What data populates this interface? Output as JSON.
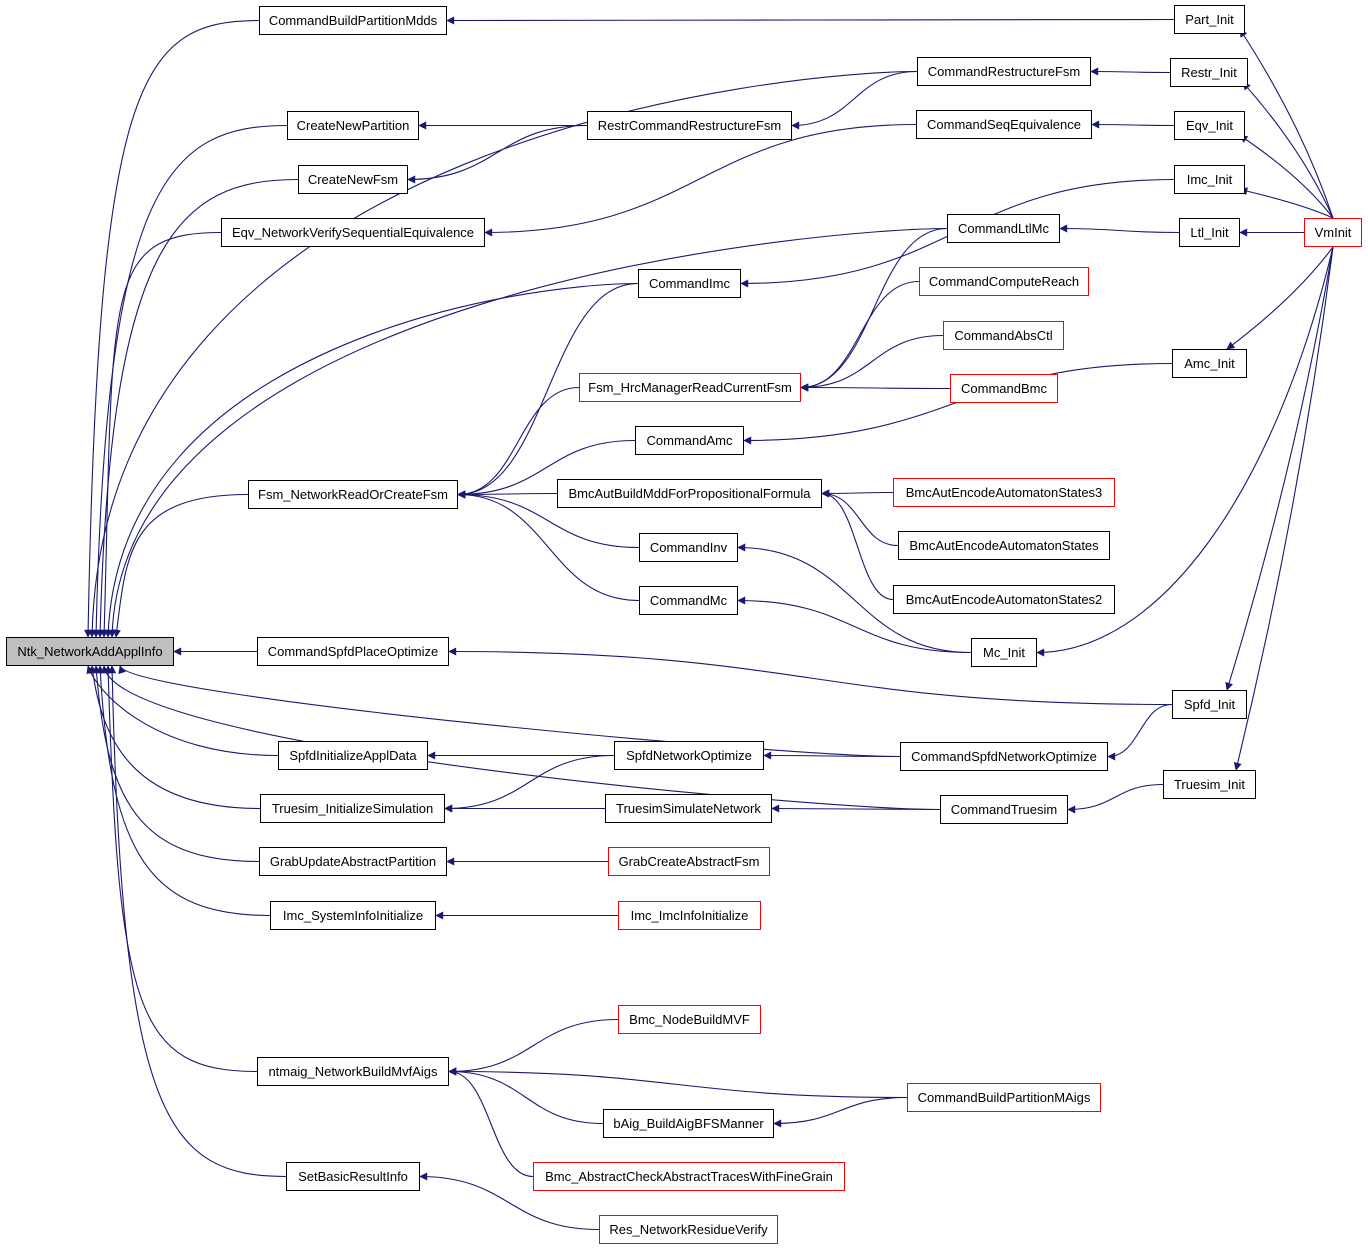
{
  "graph": {
    "edge_color": "#191970",
    "normal_border": "#000000",
    "truncated_border": "#ff0000",
    "root_fill": "#bfbfbf",
    "nodes": [
      {
        "label": "Ntk_NetworkAddApplInfo",
        "truncated": false,
        "root": true
      },
      {
        "label": "CommandBuildPartitionMdds",
        "truncated": false
      },
      {
        "label": "CommandRestructureFsm",
        "truncated": false
      },
      {
        "label": "CreateNewPartition",
        "truncated": false
      },
      {
        "label": "RestrCommandRestructureFsm",
        "truncated": false
      },
      {
        "label": "CreateNewFsm",
        "truncated": false
      },
      {
        "label": "Eqv_NetworkVerifySequentialEquivalence",
        "truncated": false
      },
      {
        "label": "CommandSeqEquivalence",
        "truncated": false
      },
      {
        "label": "CommandImc",
        "truncated": false
      },
      {
        "label": "CommandLtlMc",
        "truncated": false
      },
      {
        "label": "CommandComputeReach",
        "truncated": true
      },
      {
        "label": "CommandAbsCtl",
        "truncated": true
      },
      {
        "label": "Fsm_HrcManagerReadCurrentFsm",
        "truncated": true
      },
      {
        "label": "CommandBmc",
        "truncated": true
      },
      {
        "label": "CommandAmc",
        "truncated": false
      },
      {
        "label": "Fsm_NetworkReadOrCreateFsm",
        "truncated": false
      },
      {
        "label": "BmcAutBuildMddForPropositionalFormula",
        "truncated": false
      },
      {
        "label": "BmcAutEncodeAutomatonStates3",
        "truncated": true
      },
      {
        "label": "BmcAutEncodeAutomatonStates",
        "truncated": false
      },
      {
        "label": "CommandInv",
        "truncated": false
      },
      {
        "label": "CommandMc",
        "truncated": false
      },
      {
        "label": "BmcAutEncodeAutomatonStates2",
        "truncated": false
      },
      {
        "label": "Mc_Init",
        "truncated": false
      },
      {
        "label": "CommandSpfdPlaceOptimize",
        "truncated": false
      },
      {
        "label": "SpfdInitializeApplData",
        "truncated": false
      },
      {
        "label": "SpfdNetworkOptimize",
        "truncated": false
      },
      {
        "label": "CommandSpfdNetworkOptimize",
        "truncated": false
      },
      {
        "label": "Truesim_InitializeSimulation",
        "truncated": false
      },
      {
        "label": "TruesimSimulateNetwork",
        "truncated": false
      },
      {
        "label": "CommandTruesim",
        "truncated": false
      },
      {
        "label": "GrabUpdateAbstractPartition",
        "truncated": false
      },
      {
        "label": "GrabCreateAbstractFsm",
        "truncated": true
      },
      {
        "label": "Imc_SystemInfoInitialize",
        "truncated": false
      },
      {
        "label": "Imc_ImcInfoInitialize",
        "truncated": true
      },
      {
        "label": "Bmc_NodeBuildMVF",
        "truncated": true
      },
      {
        "label": "ntmaig_NetworkBuildMvfAigs",
        "truncated": false
      },
      {
        "label": "CommandBuildPartitionMAigs",
        "truncated": true
      },
      {
        "label": "bAig_BuildAigBFSManner",
        "truncated": false
      },
      {
        "label": "Bmc_AbstractCheckAbstractTracesWithFineGrain",
        "truncated": true
      },
      {
        "label": "SetBasicResultInfo",
        "truncated": false
      },
      {
        "label": "Res_NetworkResidueVerify",
        "truncated": true
      },
      {
        "label": "Part_Init",
        "truncated": false
      },
      {
        "label": "Restr_Init",
        "truncated": false
      },
      {
        "label": "Eqv_Init",
        "truncated": false
      },
      {
        "label": "Imc_Init",
        "truncated": false
      },
      {
        "label": "Ltl_Init",
        "truncated": false
      },
      {
        "label": "Amc_Init",
        "truncated": false
      },
      {
        "label": "Spfd_Init",
        "truncated": false
      },
      {
        "label": "Truesim_Init",
        "truncated": false
      },
      {
        "label": "VmInit",
        "truncated": true
      }
    ],
    "edges": [
      [
        1,
        0
      ],
      [
        2,
        0
      ],
      [
        3,
        0
      ],
      [
        5,
        0
      ],
      [
        6,
        0
      ],
      [
        8,
        0
      ],
      [
        9,
        0
      ],
      [
        15,
        0
      ],
      [
        23,
        0
      ],
      [
        26,
        0
      ],
      [
        24,
        0
      ],
      [
        27,
        0
      ],
      [
        30,
        0
      ],
      [
        32,
        0
      ],
      [
        29,
        0
      ],
      [
        35,
        0
      ],
      [
        39,
        0
      ],
      [
        41,
        1
      ],
      [
        42,
        2
      ],
      [
        2,
        4
      ],
      [
        4,
        3
      ],
      [
        4,
        5
      ],
      [
        7,
        6
      ],
      [
        43,
        7
      ],
      [
        44,
        8
      ],
      [
        8,
        15
      ],
      [
        45,
        9
      ],
      [
        9,
        12
      ],
      [
        10,
        12
      ],
      [
        11,
        12
      ],
      [
        13,
        12
      ],
      [
        12,
        15
      ],
      [
        14,
        15
      ],
      [
        46,
        14
      ],
      [
        16,
        15
      ],
      [
        17,
        16
      ],
      [
        18,
        16
      ],
      [
        21,
        16
      ],
      [
        19,
        15
      ],
      [
        20,
        15
      ],
      [
        22,
        19
      ],
      [
        22,
        20
      ],
      [
        47,
        23
      ],
      [
        47,
        26
      ],
      [
        26,
        25
      ],
      [
        25,
        24
      ],
      [
        25,
        27
      ],
      [
        28,
        27
      ],
      [
        29,
        28
      ],
      [
        48,
        29
      ],
      [
        31,
        30
      ],
      [
        33,
        32
      ],
      [
        34,
        35
      ],
      [
        36,
        35
      ],
      [
        36,
        37
      ],
      [
        37,
        35
      ],
      [
        38,
        35
      ],
      [
        40,
        39
      ],
      [
        49,
        41
      ],
      [
        49,
        42
      ],
      [
        49,
        43
      ],
      [
        49,
        44
      ],
      [
        49,
        45
      ],
      [
        49,
        46
      ],
      [
        49,
        22
      ],
      [
        49,
        47
      ],
      [
        49,
        48
      ]
    ]
  }
}
